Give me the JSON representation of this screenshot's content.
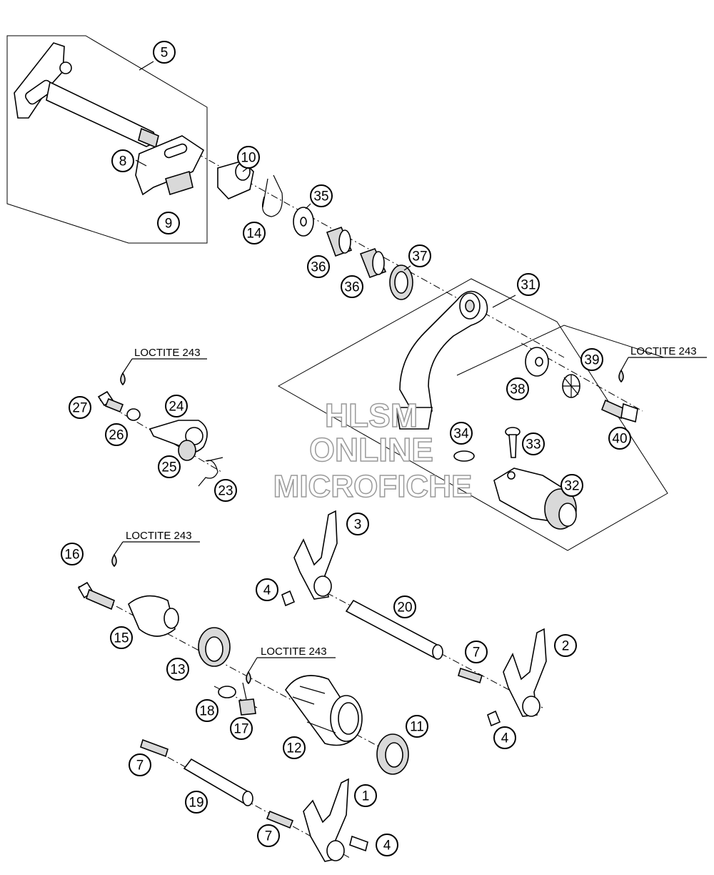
{
  "callouts": [
    "5",
    "8",
    "9",
    "10",
    "14",
    "35",
    "36",
    "36",
    "37",
    "31",
    "38",
    "39",
    "40",
    "27",
    "24",
    "26",
    "25",
    "23",
    "34",
    "33",
    "32",
    "16",
    "15",
    "13",
    "18",
    "17",
    "12",
    "3",
    "4",
    "20",
    "7",
    "2",
    "11",
    "4",
    "7",
    "19",
    "7",
    "1",
    "4"
  ],
  "notes": [
    "LOCTITE 243",
    "LOCTITE 243",
    "LOCTITE 243",
    "LOCTITE 243"
  ],
  "watermark": [
    "HLSM",
    "ONLINE",
    "MICROFICHE"
  ],
  "colors": {
    "line": "#000000",
    "fill": "#ffffff",
    "shade": "#d9d9d9",
    "watermark_outline": "#999999"
  }
}
